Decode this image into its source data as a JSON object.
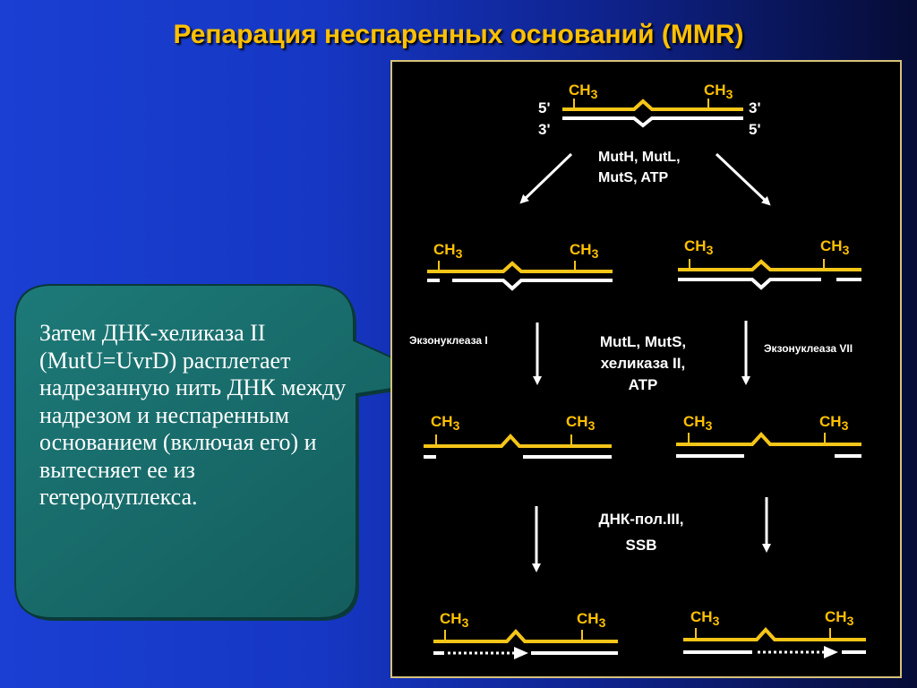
{
  "slide": {
    "title": "Репарация неспаренных оснований (MMR)"
  },
  "callout": {
    "text": "Затем ДНК-хеликаза II (MutU=UvrD) расплетает надрезанную нить ДНК между надрезом и неспаренным основанием (включая его) и вытесняет ее из гетеродуплекса."
  },
  "diagram": {
    "methyl_label": "CH",
    "methyl_sub": "3",
    "ends": {
      "five_prime": "5'",
      "three_prime": "3'"
    },
    "step1_enzymes": {
      "line1": "MutH, MutL,",
      "line2": "MutS, ATP"
    },
    "left_exonuclease": "Экзонуклеаза I",
    "right_exonuclease": "Экзонуклеаза VII",
    "step2_enzymes": {
      "line1": "MutL, MutS,",
      "line2": "хеликаза II,",
      "line3": "ATP"
    },
    "step3_enzymes": {
      "line1": "ДНК-пол.III,",
      "line2": "SSB"
    }
  },
  "colors": {
    "accent": "#ffc000",
    "strand_top": "#f5c518",
    "strand_bottom": "#ffffff",
    "callout_fill": "#176a6a",
    "panel_border": "#d8c27a"
  }
}
